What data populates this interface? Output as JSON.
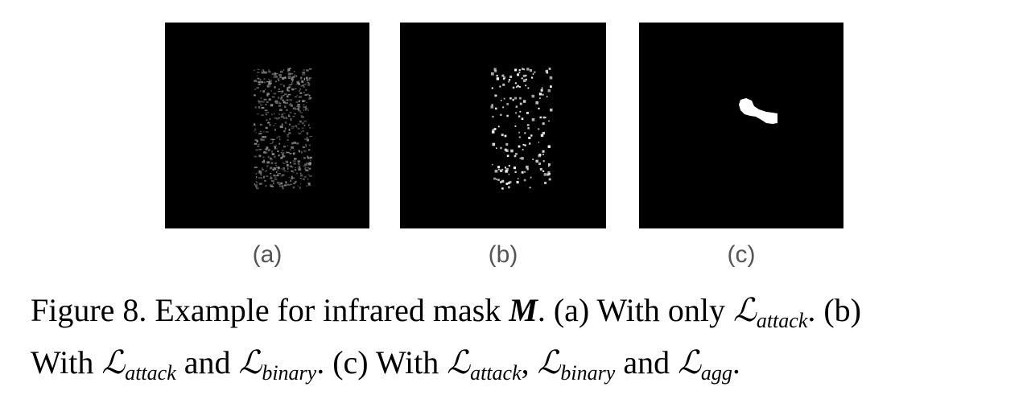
{
  "panels": [
    {
      "id": "a",
      "label": "(a)",
      "content": "sparse gray speckled mask (attack loss only)"
    },
    {
      "id": "b",
      "label": "(b)",
      "content": "sparse binary white dots"
    },
    {
      "id": "c",
      "label": "(c)",
      "content": "single aggregated white blob"
    }
  ],
  "caption": {
    "line1_prefix": "Figure 8. Example for infrared mask ",
    "mask_symbol": "M",
    "line1_mid": ". (a) With only ",
    "L": "ℒ",
    "attack": "attack",
    "binary": "binary",
    "agg": "agg",
    "line1_end": ". (b)",
    "line2_with": "With ",
    "and": " and ",
    "line2_mid": ". (c) With ",
    "comma": ", ",
    "period": "."
  },
  "colors": {
    "panel_bg": "#000000",
    "sublabel": "#555555",
    "mask_white": "#ffffff",
    "mask_gray": "#9a9a9a"
  }
}
